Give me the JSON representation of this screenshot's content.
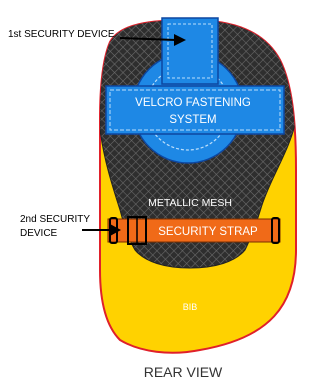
{
  "labels": {
    "first_device": "1st SECURITY DEVICE",
    "velcro_line1": "VELCRO FASTENING",
    "velcro_line2": "SYSTEM",
    "metallic_mesh": "METALLIC MESH",
    "second_device_line1": "2nd SECURITY",
    "second_device_line2": "DEVICE",
    "security_strap": "SECURITY STRAP",
    "bib": "BIB",
    "view_caption": "REAR VIEW"
  },
  "colors": {
    "bib": "#ffd200",
    "outline": "#e0202a",
    "mesh": "#3a3a3a",
    "velcro": "#1e88e5",
    "strap": "#f06a18",
    "caption": "#333333"
  }
}
